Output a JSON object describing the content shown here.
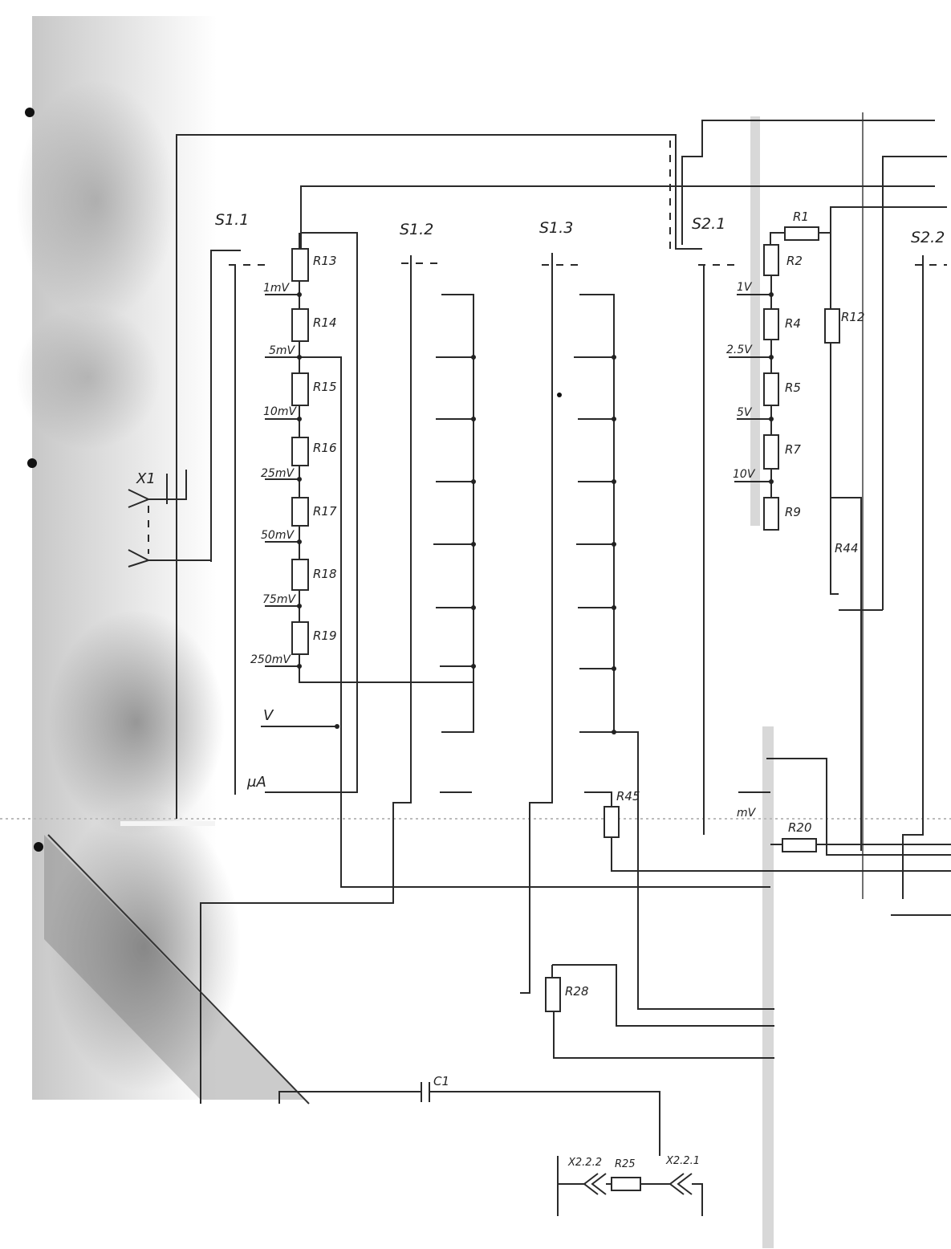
{
  "switch_labels": {
    "s1_1": "S1.1",
    "s1_2": "S1.2",
    "s1_3": "S1.3",
    "s2_1": "S2.1",
    "s2_2": "S2.2"
  },
  "connector_labels": {
    "x1": "X1",
    "x2_2_2": "X2.2.2",
    "x2_right": "X2.2.1"
  },
  "resistors": {
    "r1": "R1",
    "r2": "R2",
    "r4": "R4",
    "r5": "R5",
    "r7": "R7",
    "r9": "R9",
    "r12": "R12",
    "r13": "R13",
    "r14": "R14",
    "r15": "R15",
    "r16": "R16",
    "r17": "R17",
    "r18": "R18",
    "r19": "R19",
    "r20": "R20",
    "r25": "R25",
    "r28": "R28",
    "r44": "R44",
    "r45": "R45"
  },
  "capacitor": {
    "c1": "C1"
  },
  "ranges_left": {
    "r1mv": "1mV",
    "r5mv": "5mV",
    "r10mv": "10mV",
    "r25mv": "25mV",
    "r50mv": "50mV",
    "r75mv": "75mV",
    "r250mv": "250mV",
    "v": "V",
    "ua": "μA"
  },
  "ranges_right": {
    "r1v": "1V",
    "r2_5v": "2.5V",
    "r5v": "5V",
    "r10v": "10V",
    "mv": "mV"
  }
}
